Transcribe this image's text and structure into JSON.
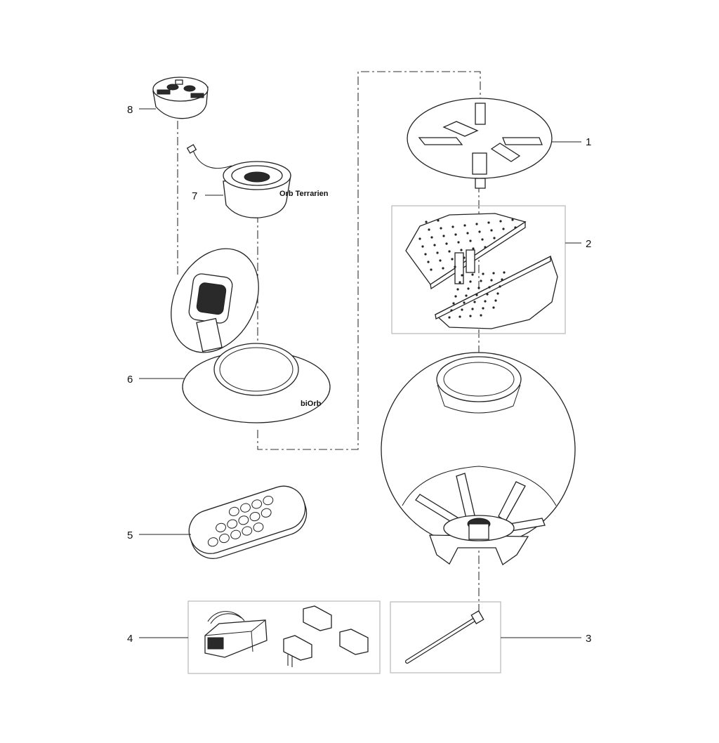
{
  "diagram": {
    "type": "exploded-parts-view",
    "callouts": [
      {
        "number": "1",
        "part": "lid"
      },
      {
        "number": "2",
        "part": "split-perforated-base-plates"
      },
      {
        "number": "3",
        "part": "air-tube"
      },
      {
        "number": "4",
        "part": "power-adapter-and-plugs"
      },
      {
        "number": "5",
        "part": "remote-control"
      },
      {
        "number": "6",
        "part": "top-cover-with-hinged-door"
      },
      {
        "number": "7",
        "part": "light-unit"
      },
      {
        "number": "8",
        "part": "light-cap"
      }
    ],
    "light_unit_label": "Orb Terrarien"
  },
  "colors": {
    "line": "#222222",
    "box": "#b8b8b8",
    "fill": "#ffffff"
  }
}
